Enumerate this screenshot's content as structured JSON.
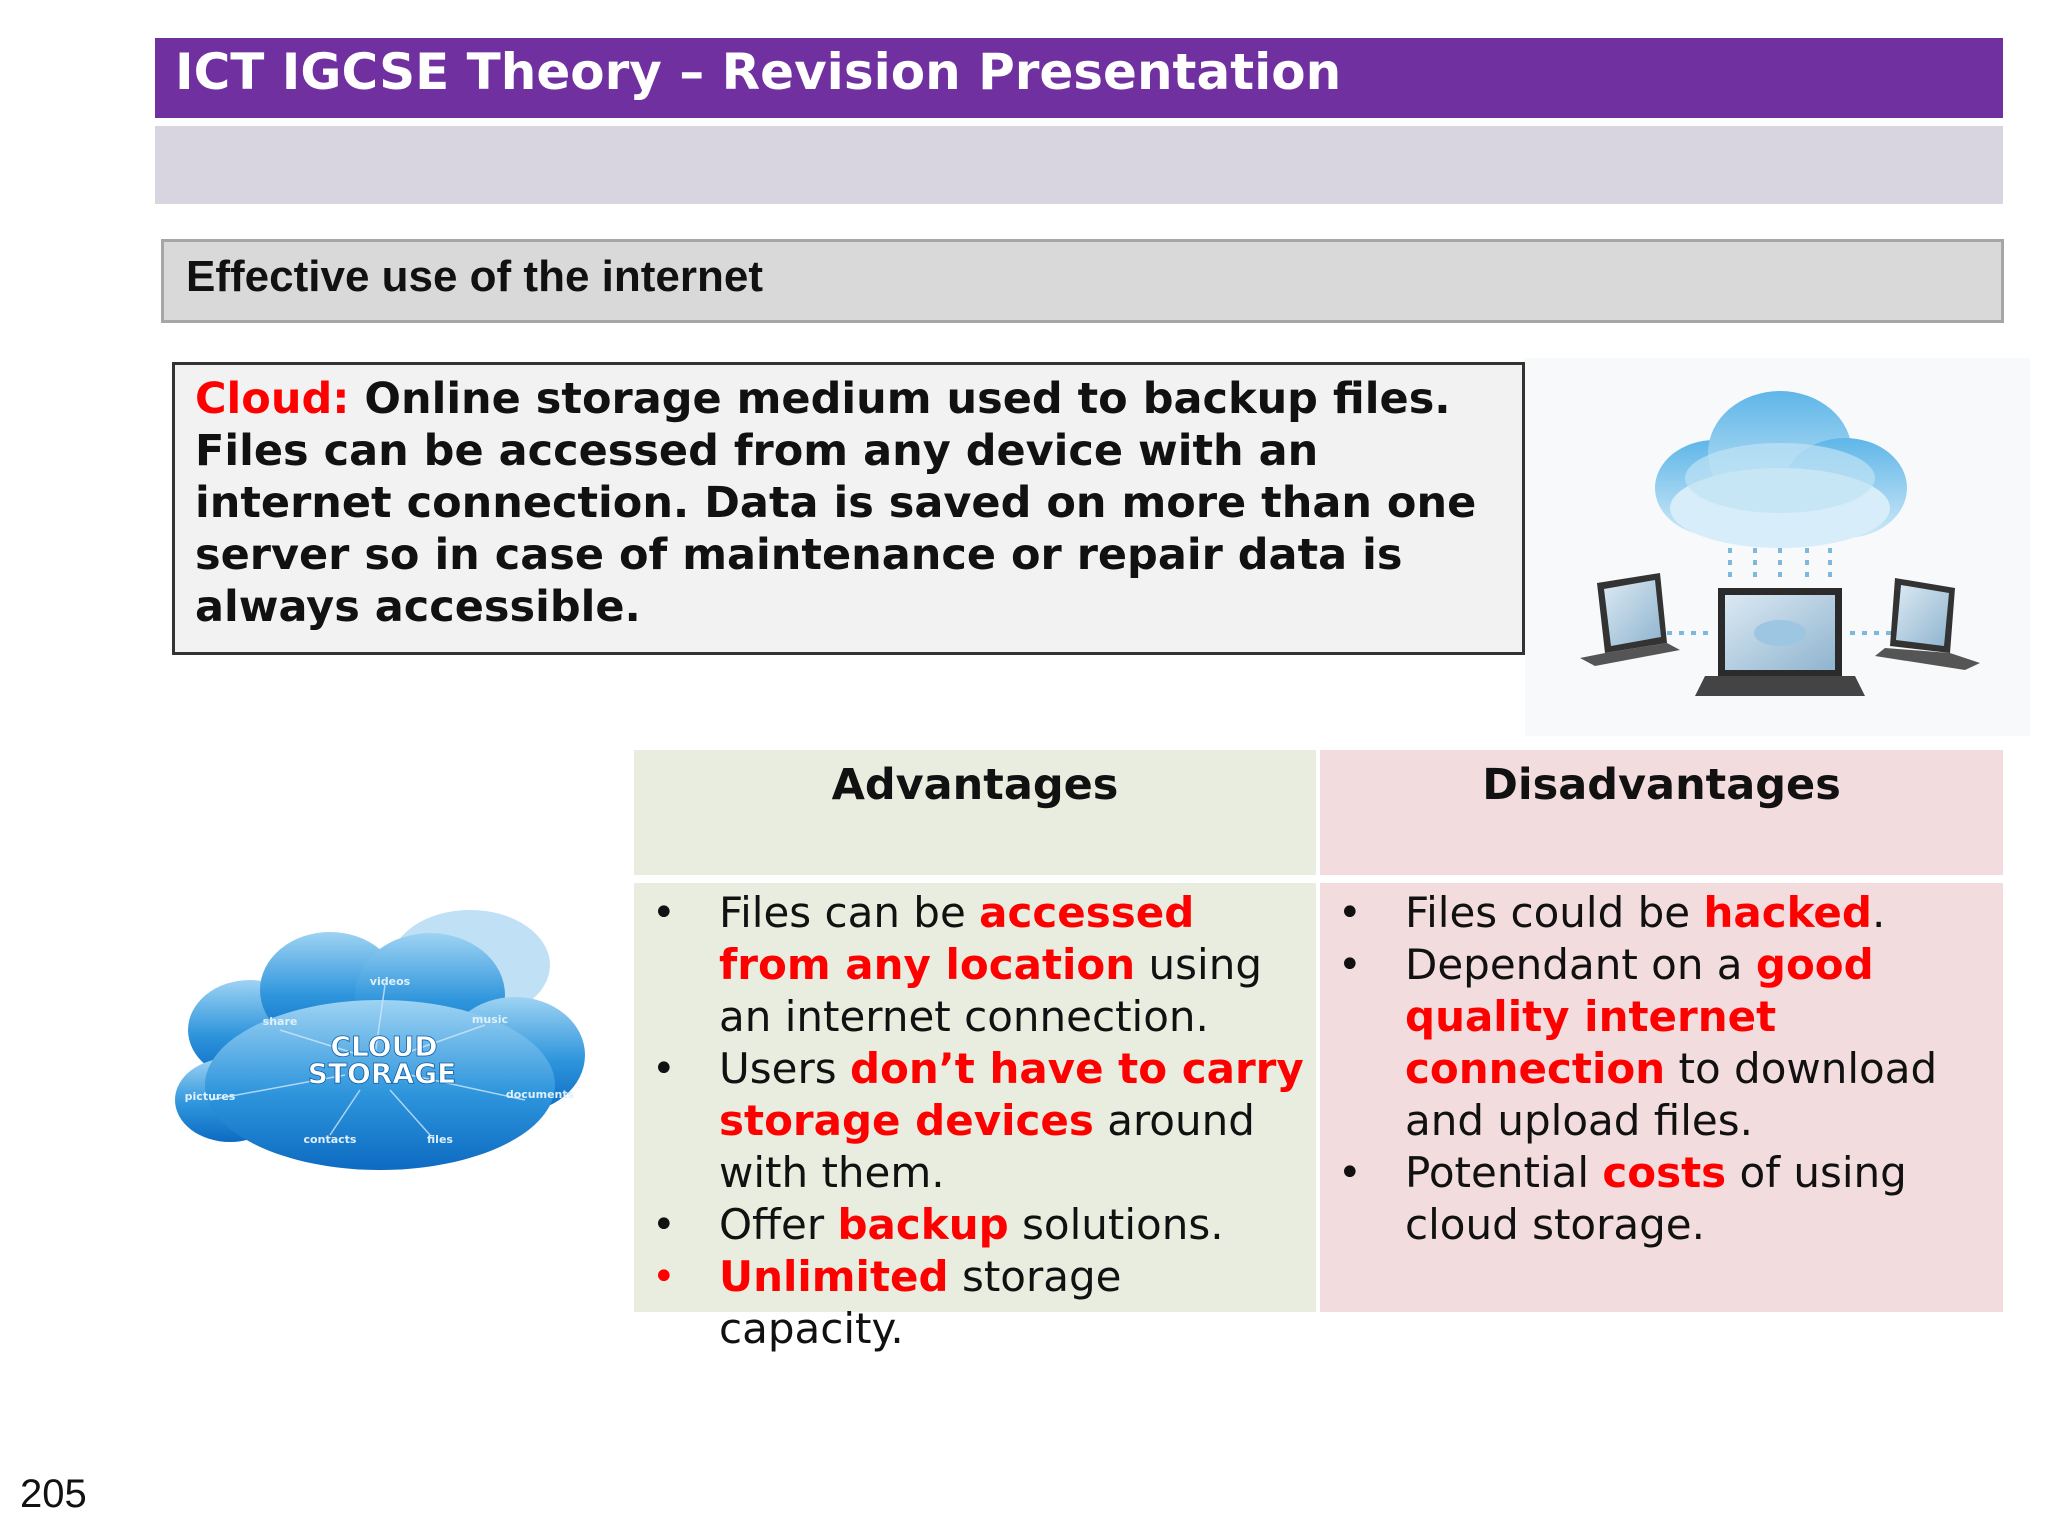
{
  "header": {
    "title": "ICT IGCSE Theory – Revision Presentation"
  },
  "section": {
    "title": "Effective use of the internet"
  },
  "definition": {
    "term": "Cloud:",
    "text": " Online storage medium used to backup files. Files can be accessed from any device with an internet connection. Data is saved on more than one server so in case of maintenance or repair data is always accessible."
  },
  "table": {
    "advantages_header": "Advantages",
    "disadvantages_header": "Disadvantages",
    "advantages": [
      {
        "parts": [
          {
            "t": "Files can be ",
            "hl": false
          },
          {
            "t": "accessed from any location",
            "hl": true
          },
          {
            "t": " using an internet connection.",
            "hl": false
          }
        ]
      },
      {
        "parts": [
          {
            "t": "Users ",
            "hl": false
          },
          {
            "t": "don’t have to carry storage devices",
            "hl": true
          },
          {
            "t": " around with them.",
            "hl": false
          }
        ]
      },
      {
        "parts": [
          {
            "t": "Offer ",
            "hl": false
          },
          {
            "t": "backup",
            "hl": true
          },
          {
            "t": " solutions.",
            "hl": false
          }
        ]
      },
      {
        "parts": [
          {
            "t": "Unlimited",
            "hl": true
          },
          {
            "t": " storage capacity.",
            "hl": false
          }
        ],
        "red_bullet": true
      }
    ],
    "disadvantages": [
      {
        "parts": [
          {
            "t": "Files could be ",
            "hl": false
          },
          {
            "t": "hacked",
            "hl": true
          },
          {
            "t": ".",
            "hl": false
          }
        ]
      },
      {
        "parts": [
          {
            "t": "Dependant on a ",
            "hl": false
          },
          {
            "t": "good quality internet connection",
            "hl": true
          },
          {
            "t": " to download and upload files.",
            "hl": false
          }
        ]
      },
      {
        "parts": [
          {
            "t": "Potential ",
            "hl": false
          },
          {
            "t": "costs",
            "hl": true
          },
          {
            "t": " of using cloud storage.",
            "hl": false
          }
        ]
      }
    ]
  },
  "cloud_graphic": {
    "title_line1": "CLOUD",
    "title_line2": "STORAGE",
    "labels": [
      "videos",
      "share",
      "music",
      "pictures",
      "documents",
      "contacts",
      "files"
    ]
  },
  "page_number": "205",
  "colors": {
    "accent": "#7030a0",
    "highlight": "#ff0000",
    "adv_bg": "#e9eddf",
    "dis_bg": "#f2dcdd"
  }
}
